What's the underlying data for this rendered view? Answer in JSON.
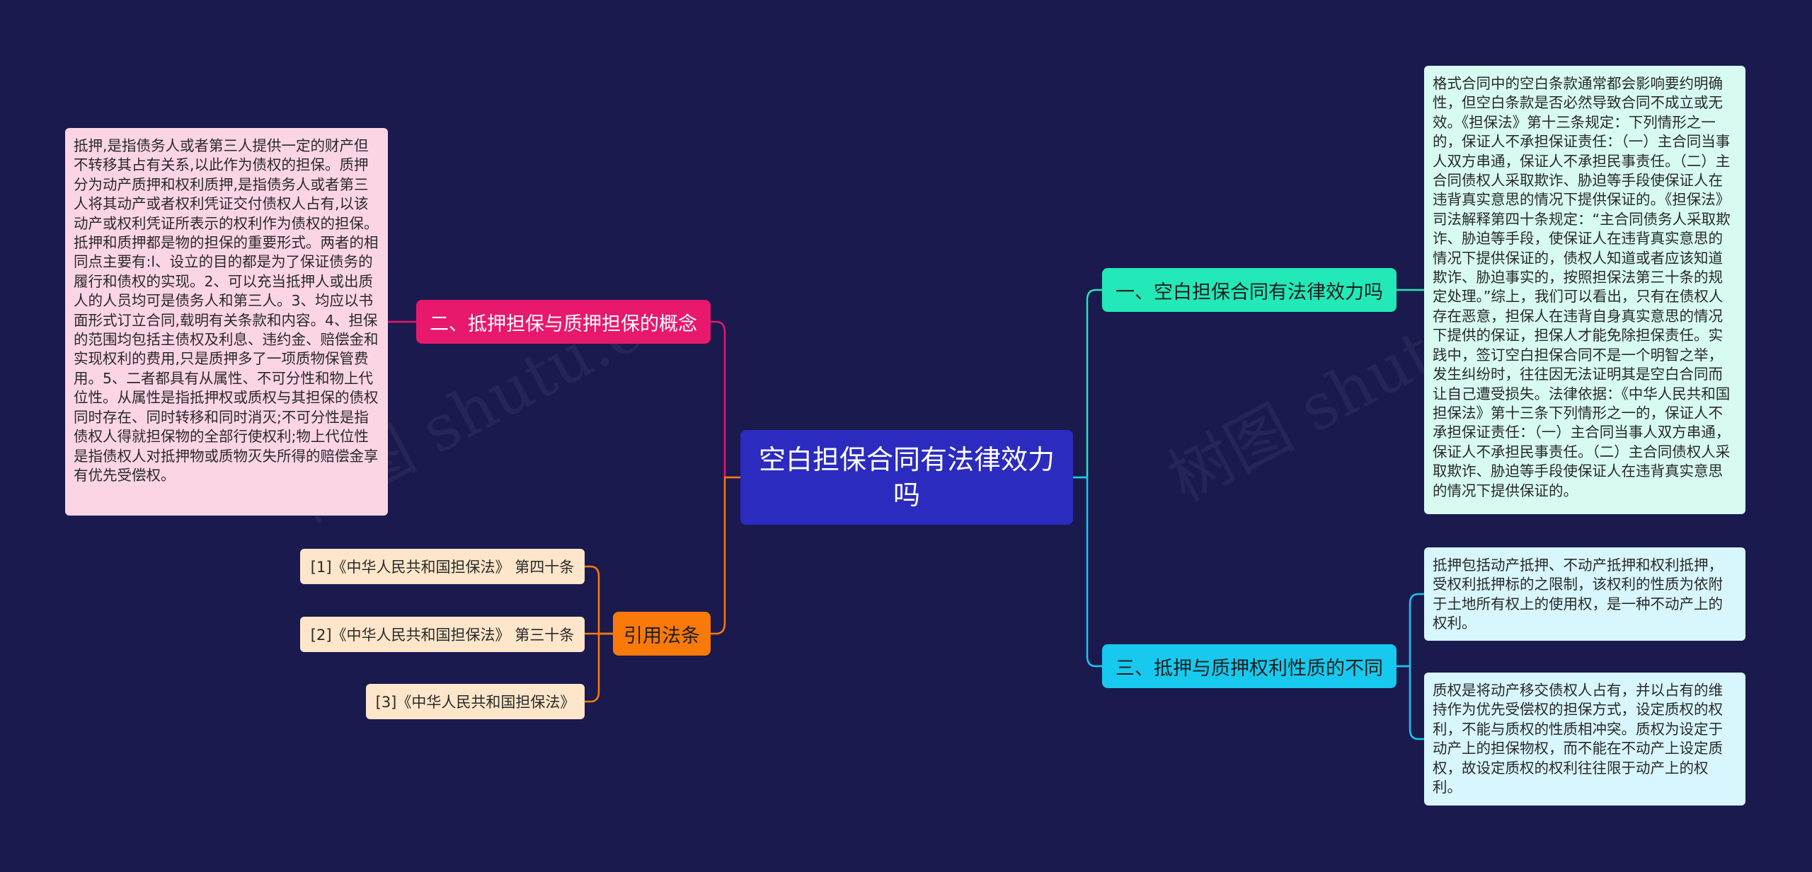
{
  "central": {
    "title": "空白担保合同有法律效力吗"
  },
  "branches": {
    "concept": {
      "label": "二、抵押担保与质押担保的概念",
      "text": "抵押,是指债务人或者第三人提供一定的财产但不转移其占有关系,以此作为债权的担保。质押分为动产质押和权利质押,是指债务人或者第三人将其动产或者权利凭证交付债权人占有,以该动产或权利凭证所表示的权利作为债权的担保。抵押和质押都是物的担保的重要形式。两者的相同点主要有:l、设立的目的都是为了保证债务的履行和债权的实现。2、可以充当抵押人或出质人的人员均可是债务人和第三人。3、均应以书面形式订立合同,载明有关条款和内容。4、担保的范围均包括主债权及利息、违约金、赔偿金和实现权利的费用,只是质押多了一项质物保管费用。5、二者都具有从属性、不可分性和物上代位性。从属性是指抵押权或质权与其担保的债权同时存在、同时转移和同时消灭;不可分性是指债权人得就担保物的全部行使权利;物上代位性是指债权人对抵押物或质物灭失所得的赔偿金享有优先受偿权。"
    },
    "law": {
      "label": "引用法条",
      "refs": [
        "[1]《中华人民共和国担保法》 第四十条",
        "[2]《中华人民共和国担保法》 第三十条",
        "[3]《中华人民共和国担保法》"
      ]
    },
    "effect": {
      "label": "一、空白担保合同有法律效力吗",
      "text": "格式合同中的空白条款通常都会影响要约明确性，但空白条款是否必然导致合同不成立或无效。《担保法》第十三条规定：下列情形之一的，保证人不承担保证责任：（一）主合同当事人双方串通，保证人不承担民事责任。（二）主合同债权人采取欺诈、胁迫等手段使保证人在违背真实意思的情况下提供保证的。《担保法》司法解释第四十条规定：“主合同债务人采取欺诈、胁迫等手段，使保证人在违背真实意思的情况下提供保证的，债权人知道或者应该知道欺诈、胁迫事实的，按照担保法第三十条的规定处理。”综上，我们可以看出，只有在债权人存在恶意，担保人在违背自身真实意思的情况下提供的保证，担保人才能免除担保责任。实践中，签订空白担保合同不是一个明智之举，发生纠纷时，往往因无法证明其是空白合同而让自己遭受损失。法律依据：《中华人民共和国担保法》第十三条下列情形之一的，保证人不承担保证责任：（一）主合同当事人双方串通，保证人不承担民事责任。（二）主合同债权人采取欺诈、胁迫等手段使保证人在违背真实意思的情况下提供保证的。"
    },
    "difference": {
      "label": "三、抵押与质押权利性质的不同",
      "text1": "抵押包括动产抵押、不动产抵押和权利抵押，受权利抵押标的之限制，该权利的性质为依附于土地所有权上的使用权，是一种不动产上的权利。",
      "text2": "质权是将动产移交债权人占有，并以占有的维持作为优先受偿权的担保方式，设定质权的权利，不能与质权的性质相冲突。质权为设定于动产上的担保物权，而不能在不动产上设定质权，故设定质权的权利往往限于动产上的权利。"
    }
  },
  "watermark": "树图 shutu.cn",
  "colors": {
    "background": "#1a1a4f",
    "central": "#2b2bbf",
    "concept": "#e8186c",
    "law": "#f97a0a",
    "effect": "#23e8b8",
    "difference": "#17c9ee"
  }
}
